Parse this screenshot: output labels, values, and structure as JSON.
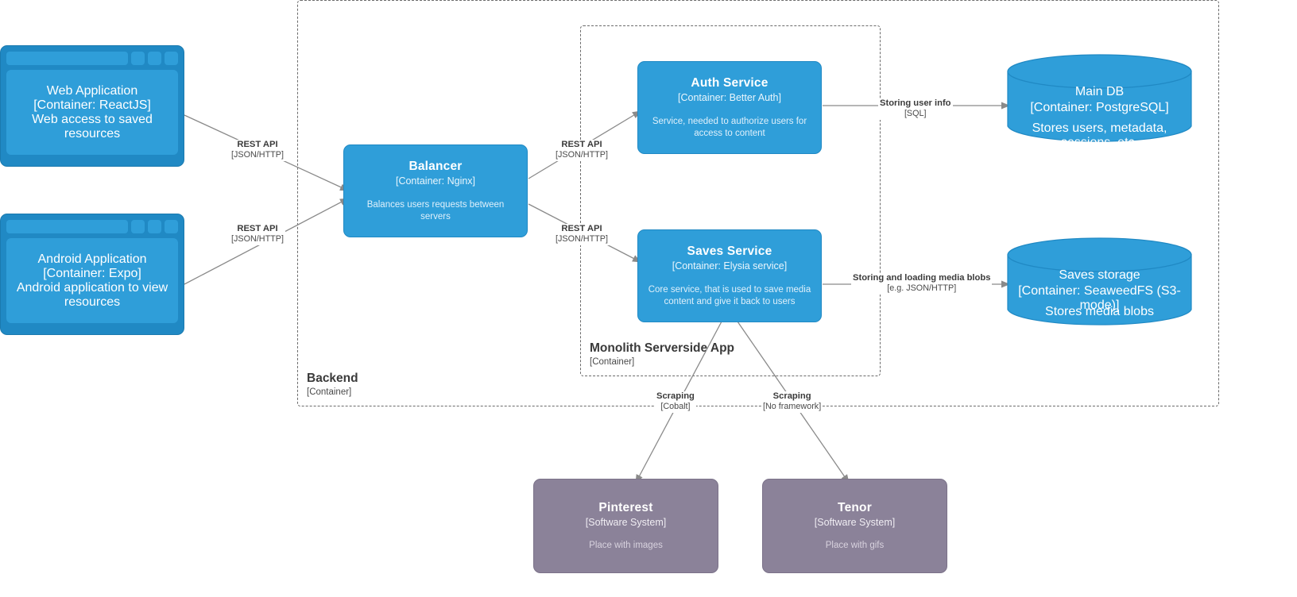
{
  "diagram": {
    "type": "c4-container-diagram",
    "colors": {
      "container": "#2f9ed9",
      "container_border": "#2089c4",
      "browser_chrome": "#2089c4",
      "software_system": "#8b8299",
      "software_system_border": "#7b7289",
      "edge": "#8a8a8a",
      "boundary": "#6b6b6b",
      "background": "#ffffff"
    }
  },
  "boundaries": [
    {
      "id": "backend",
      "label": "Backend",
      "tech": "[Container]"
    },
    {
      "id": "monolith",
      "label": "Monolith Serverside App",
      "tech": "[Container]"
    }
  ],
  "nodes": {
    "web_application": {
      "title": "Web Application",
      "tech": "[Container: ReactJS]",
      "description": "Web access to saved resources",
      "shape": "browser"
    },
    "android_application": {
      "title": "Android Application",
      "tech": "[Container: Expo]",
      "description": "Android application to view resources",
      "shape": "browser"
    },
    "balancer": {
      "title": "Balancer",
      "tech": "[Container: Nginx]",
      "description": "Balances users requests between servers",
      "shape": "container"
    },
    "auth_service": {
      "title": "Auth Service",
      "tech": "[Container: Better Auth]",
      "description": "Service, needed to authorize users for access to content",
      "shape": "container"
    },
    "saves_service": {
      "title": "Saves Service",
      "tech": "[Container: Elysia service]",
      "description": "Core service, that is used to save media content and give it back to users",
      "shape": "container"
    },
    "main_db": {
      "title": "Main DB",
      "tech": "[Container: PostgreSQL]",
      "description": "Stores users, metadata, sessions, etc.",
      "shape": "cylinder"
    },
    "saves_storage": {
      "title": "Saves storage",
      "tech": "[Container: SeaweedFS (S3-mode)]",
      "description": "Stores media blobs",
      "shape": "cylinder"
    },
    "pinterest": {
      "title": "Pinterest",
      "tech": "[Software System]",
      "description": "Place with images",
      "shape": "system"
    },
    "tenor": {
      "title": "Tenor",
      "tech": "[Software System]",
      "description": "Place with gifs",
      "shape": "system"
    }
  },
  "edges": [
    {
      "id": "web-to-balancer",
      "from": "web_application",
      "to": "balancer",
      "label": "REST API",
      "tech": "[JSON/HTTP]"
    },
    {
      "id": "android-to-balancer",
      "from": "android_application",
      "to": "balancer",
      "label": "REST API",
      "tech": "[JSON/HTTP]"
    },
    {
      "id": "balancer-to-auth",
      "from": "balancer",
      "to": "auth_service",
      "label": "REST API",
      "tech": "[JSON/HTTP]"
    },
    {
      "id": "balancer-to-saves",
      "from": "balancer",
      "to": "saves_service",
      "label": "REST API",
      "tech": "[JSON/HTTP]"
    },
    {
      "id": "auth-to-maindb",
      "from": "auth_service",
      "to": "main_db",
      "label": "Storing user info",
      "tech": "[SQL]"
    },
    {
      "id": "saves-to-storage",
      "from": "saves_service",
      "to": "saves_storage",
      "label": "Storing and loading media blobs",
      "tech": "[e.g. JSON/HTTP]"
    },
    {
      "id": "saves-to-pinterest",
      "from": "saves_service",
      "to": "pinterest",
      "label": "Scraping",
      "tech": "[Cobalt]"
    },
    {
      "id": "saves-to-tenor",
      "from": "saves_service",
      "to": "tenor",
      "label": "Scraping",
      "tech": "[No framework]"
    }
  ]
}
